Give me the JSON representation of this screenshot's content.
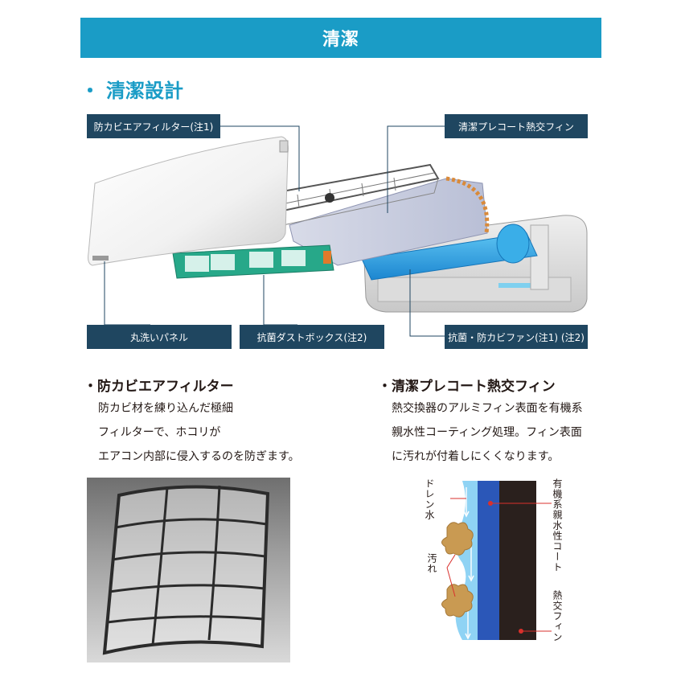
{
  "banner": {
    "title": "清潔"
  },
  "section": {
    "bullet": "・",
    "title": "清潔設計"
  },
  "callouts": {
    "filter": "防カビエアフィルター(注1)",
    "precoat_fin": "清潔プレコート熱交フィン",
    "panel": "丸洗いパネル",
    "dust_box": "抗菌ダストボックス(注2)",
    "fan": "抗菌・防カビファン(注1) (注2)"
  },
  "feature_filter": {
    "title": "・防カビエアフィルター",
    "lines": [
      "防カビ材を練り込んだ極細",
      "フィルターで、ホコリが",
      "エアコン内部に侵入するのを防ぎます。"
    ]
  },
  "feature_fin": {
    "title": "・清潔プレコート熱交フィン",
    "lines": [
      "熱交換器のアルミフィン表面を有機系",
      "親水性コーティング処理。フィン表面",
      "に汚れが付着しにくくなります。"
    ]
  },
  "fin_diagram": {
    "drain": "ドレン水",
    "dirt": "汚れ",
    "coat": "有機系親水性コート",
    "fin": "熱交フィン"
  },
  "colors": {
    "accent": "#1a9cc6",
    "label_bg": "#1f4660",
    "water": "#8fd3f4",
    "coat": "#2b57b8",
    "fin": "#2a201d",
    "dirt": "#c99a52",
    "leader_red": "#d9302c"
  }
}
